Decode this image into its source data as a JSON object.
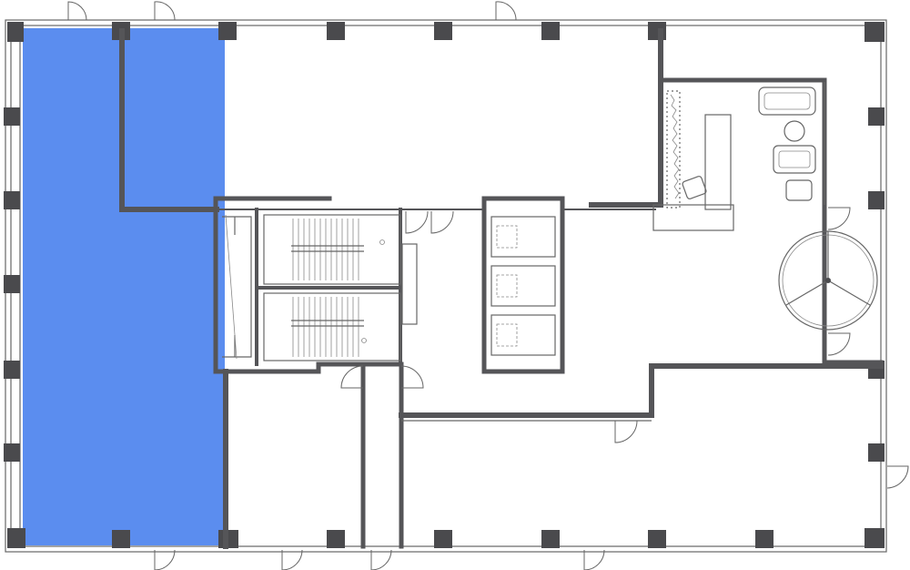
{
  "plan": {
    "colors": {
      "wall": "#555558",
      "column": "#4a4a4d",
      "highlight": "#5b8def",
      "background": "#ffffff"
    },
    "highlighted_unit": "west-office-unit",
    "elevator_count": 3,
    "stair_count": 2,
    "icons": [
      "revolving-door-icon",
      "stair-icon",
      "elevator-icon",
      "door-swing-icon",
      "sofa-icon",
      "plant-icon",
      "chair-icon"
    ]
  }
}
